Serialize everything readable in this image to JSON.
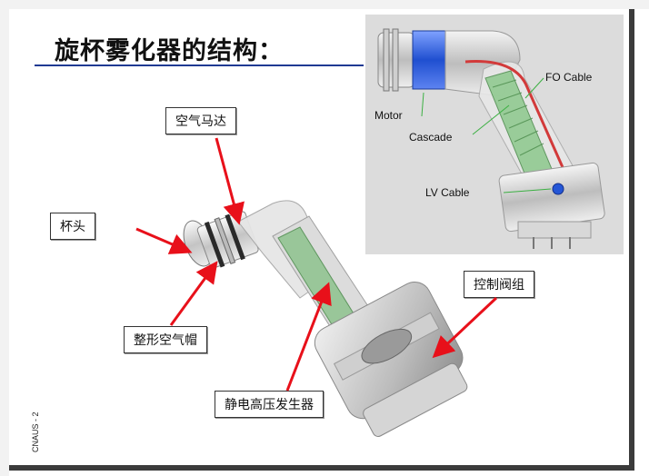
{
  "slide": {
    "title": "旋杯雾化器的结构：",
    "footer": "CNAUS - 2"
  },
  "inset": {
    "labels": {
      "motor": "Motor",
      "cascade": "Cascade",
      "fo_cable": "FO Cable",
      "lv_cable": "LV Cable"
    }
  },
  "callouts": {
    "air_motor": "空气马达",
    "cup_head": "杯头",
    "shaping_air_cap": "整形空气帽",
    "hv_generator": "静电高压发生器",
    "control_valve": "控制阀组"
  },
  "colors": {
    "arrow": "#e8101a",
    "title_rule": "#1f3a93",
    "motor_blue": "#2456d6",
    "cascade_green": "#5aa35a",
    "fo_cable_red": "#d23a3a"
  }
}
